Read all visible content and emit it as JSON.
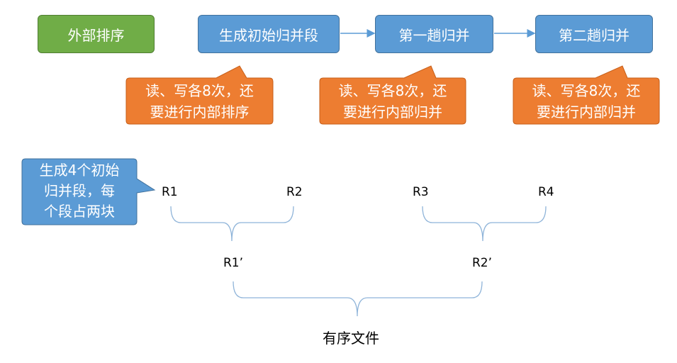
{
  "process": {
    "external_sort": "外部排序",
    "step1": "生成初始归并段",
    "step2": "第一趟归并",
    "step3": "第二趟归并"
  },
  "callouts": {
    "c1_line1": "读、写各8次，还",
    "c1_line2": "要进行内部排序",
    "c2_line1": "读、写各8次，还",
    "c2_line2": "要进行内部归并",
    "c3_line1": "读、写各8次，还",
    "c3_line2": "要进行内部归并",
    "runs_line1": "生成4个初始",
    "runs_line2": "归并段，每",
    "runs_line3": "个段占两块"
  },
  "runs": {
    "r1": "R1",
    "r2": "R2",
    "r3": "R3",
    "r4": "R4",
    "r1p": "R1’",
    "r2p": "R2’"
  },
  "result": "有序文件",
  "colors": {
    "green": "#70ad47",
    "blue": "#5b9bd5",
    "orange": "#ed7d31",
    "brace": "#8fb4d9"
  }
}
